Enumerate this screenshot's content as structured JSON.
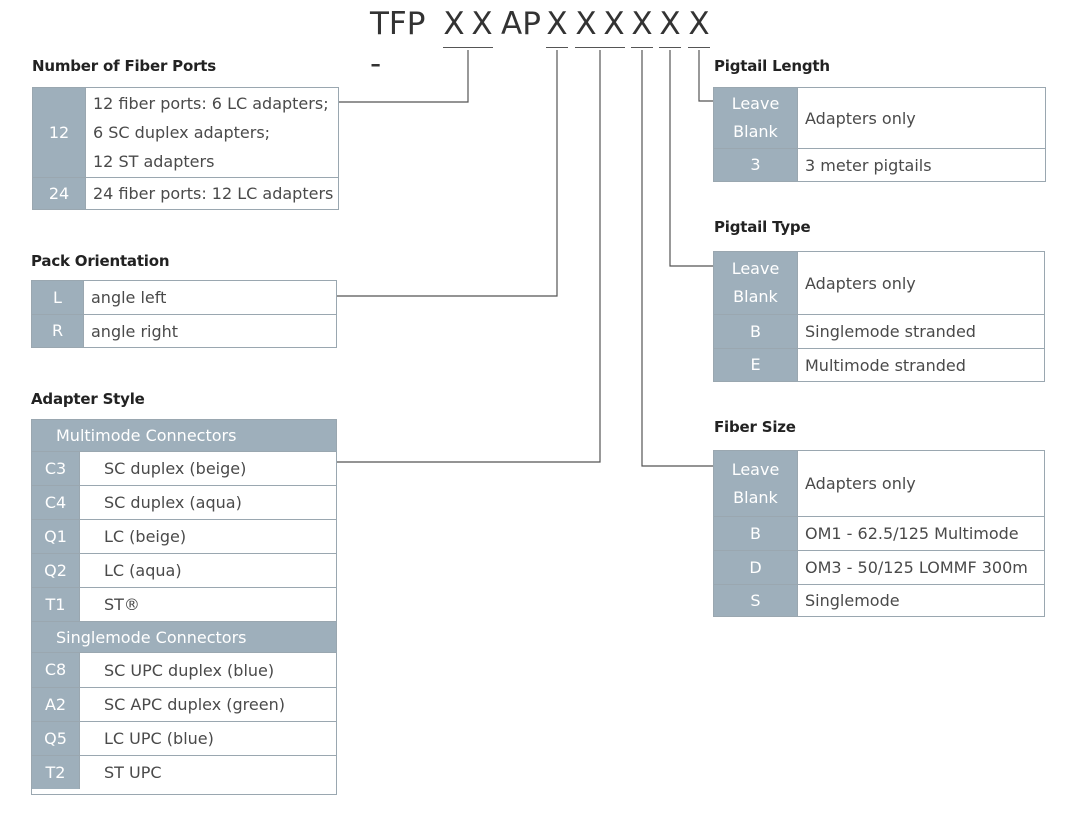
{
  "part_number": {
    "prefix": "TFP -",
    "x1": "X",
    "x2": "X",
    "ap": "AP",
    "x3": "X",
    "x4": "X",
    "x5": "X",
    "x6": "X",
    "x7": "X",
    "x8": "X"
  },
  "fiber_ports": {
    "title": "Number of Fiber Ports",
    "rows": [
      {
        "code": "12",
        "lines": [
          "12 fiber ports: 6 LC adapters;",
          "6 SC duplex adapters;",
          "12 ST adapters"
        ]
      },
      {
        "code": "24",
        "lines": [
          "24 fiber ports: 12 LC adapters"
        ]
      }
    ]
  },
  "pack_orientation": {
    "title": "Pack Orientation",
    "rows": [
      {
        "code": "L",
        "desc": "angle left"
      },
      {
        "code": "R",
        "desc": "angle right"
      }
    ]
  },
  "adapter_style": {
    "title": "Adapter Style",
    "groups": [
      {
        "header": "Multimode Connectors",
        "rows": [
          {
            "code": "C3",
            "desc": "SC duplex (beige)"
          },
          {
            "code": "C4",
            "desc": "SC duplex (aqua)"
          },
          {
            "code": "Q1",
            "desc": "LC (beige)"
          },
          {
            "code": "Q2",
            "desc": "LC (aqua)"
          },
          {
            "code": "T1",
            "desc": "ST®"
          }
        ]
      },
      {
        "header": "Singlemode Connectors",
        "rows": [
          {
            "code": "C8",
            "desc": "SC UPC duplex (blue)"
          },
          {
            "code": "A2",
            "desc": "SC APC duplex (green)"
          },
          {
            "code": "Q5",
            "desc": "LC UPC (blue)"
          },
          {
            "code": "T2",
            "desc": "ST UPC"
          }
        ]
      }
    ]
  },
  "pigtail_length": {
    "title": "Pigtail Length",
    "rows": [
      {
        "code_lines": [
          "Leave",
          "Blank"
        ],
        "desc": "Adapters only"
      },
      {
        "code": "3",
        "desc": "3 meter pigtails"
      }
    ]
  },
  "pigtail_type": {
    "title": "Pigtail Type",
    "rows": [
      {
        "code_lines": [
          "Leave",
          "Blank"
        ],
        "desc": "Adapters only"
      },
      {
        "code": "B",
        "desc": "Singlemode stranded"
      },
      {
        "code": "E",
        "desc": "Multimode stranded"
      }
    ]
  },
  "fiber_size": {
    "title": "Fiber Size",
    "rows": [
      {
        "code_lines": [
          "Leave",
          "Blank"
        ],
        "desc": "Adapters only"
      },
      {
        "code": "B",
        "desc": "OM1 - 62.5/125 Multimode"
      },
      {
        "code": "D",
        "desc": "OM3 - 50/125 LOMMF 300m"
      },
      {
        "code": "S",
        "desc": "Singlemode"
      }
    ]
  }
}
